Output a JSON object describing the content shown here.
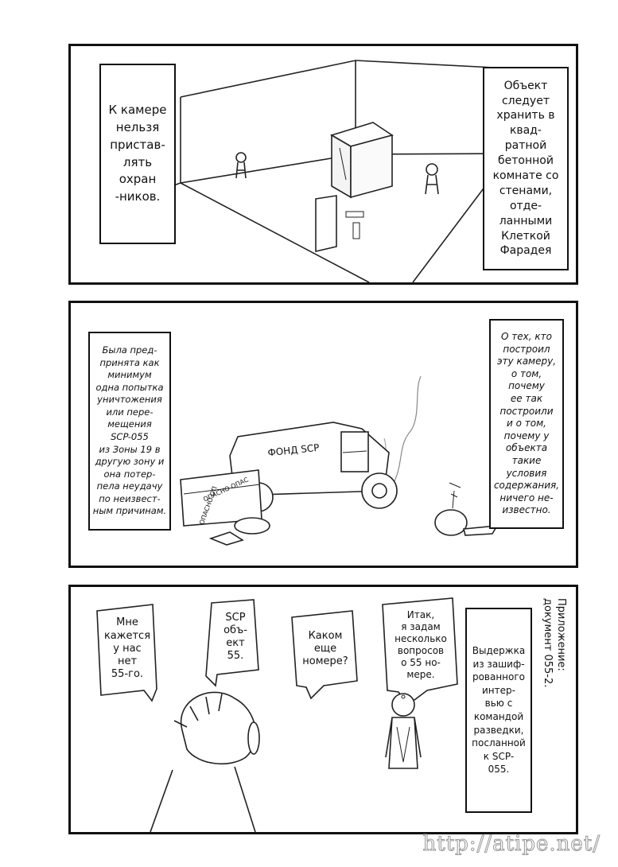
{
  "panel1": {
    "caption_left": "К камере\nнельзя\nпристав-\nлять\nохран\n-ников.",
    "caption_right": "Объект\nследует\nхранить в\nквад-\nратной\nбетонной\nкомнате со\nстенами,\nотде-\nланными\nКлеткой\nФарадея"
  },
  "panel2": {
    "caption_left": "Была пред-\nпринята как\nминимум\nодна попытка\nуничтожения\nили пере-\nмещения\nSCP-055\nиз Зоны 19 в\nдругую зону и\nона потер-\nпела неудачу\nпо неизвест-\nным причинам.",
    "caption_right": "О тех, кто\nпостроил\nэту камеру,\nо том,\nпочему\nее так\nпостроили\nи о том,\nпочему у\nобъекта\nтакие\nусловия\nсодержания,\nничего не-\nизвестно.",
    "truck_label": "ФОНД SCP",
    "box_label_1": "ОПАСНО  ОПАС",
    "box_label_2": "ОПАСНО  ОП"
  },
  "panel3": {
    "bubble_1": "Мне\nкажется\nу нас\nнет\n55-го.",
    "bubble_2": "SCP\nобъ-\nект\n55.",
    "bubble_3": "Каком\nеще\nномере?",
    "bubble_4": "Итак,\nя задам\nнесколько\nвопросов\nо 55 но-\nмере.",
    "caption_right": "Выдержка\nиз зашиф-\nрованного\nинтер-\nвью с\nкомандой\nразведки,\nпосланной\nк SCP-\n055.",
    "appendix_label": "Приложение:\nдокумент 055-2."
  },
  "watermark": "http://atipe.net/"
}
